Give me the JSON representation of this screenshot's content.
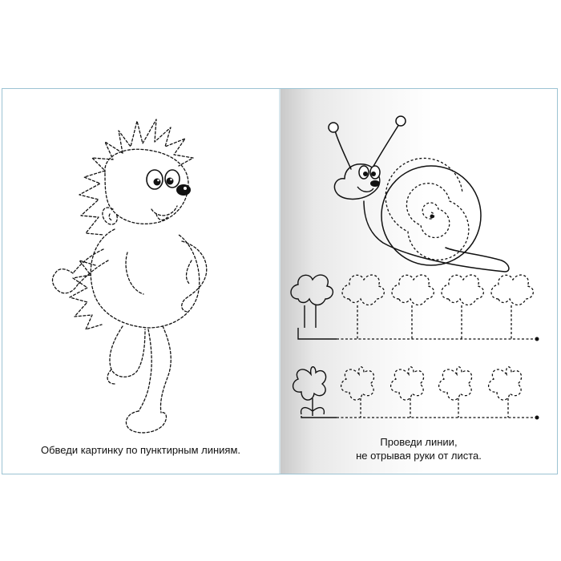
{
  "left_page": {
    "instruction": "Обведи картинку по пунктирным линиям."
  },
  "right_page": {
    "instruction_line1": "Проведи линии,",
    "instruction_line2": "не отрывая руки от листа."
  },
  "colors": {
    "border": "#9cc3d3",
    "ink": "#111111"
  }
}
